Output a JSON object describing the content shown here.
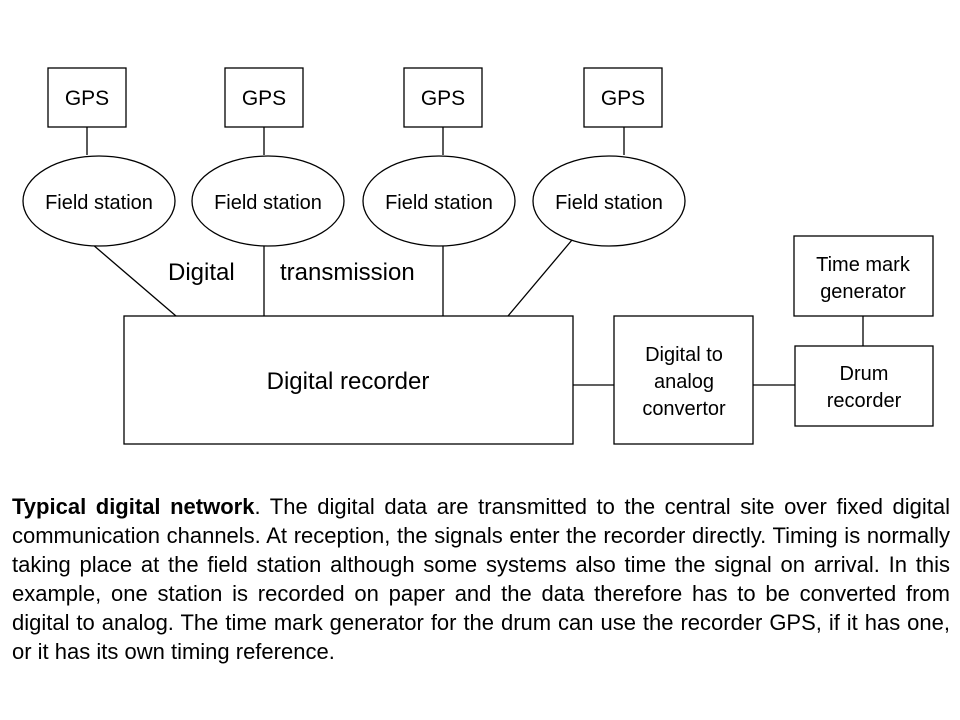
{
  "diagram": {
    "gps_label": "GPS",
    "field_station_label": "Field station",
    "transmission_word1": "Digital",
    "transmission_word2": "transmission",
    "recorder_label": "Digital recorder",
    "dac_lines": [
      "Digital to",
      "analog",
      "convertor"
    ],
    "time_mark_lines": [
      "Time mark",
      "generator"
    ],
    "drum_lines": [
      "Drum",
      "recorder"
    ]
  },
  "caption": {
    "title": "Typical digital network",
    "body": ". The digital data are transmitted to the central site over fixed digital communication channels. At reception, the signals enter the recorder directly. Timing is normally taking place at the field station although some systems also time the signal on arrival. In this example, one station is recorded on paper and the data therefore has to  be converted from digital to analog. The time mark generator for the drum can use the recorder GPS, if it has one, or it has its own timing reference."
  }
}
